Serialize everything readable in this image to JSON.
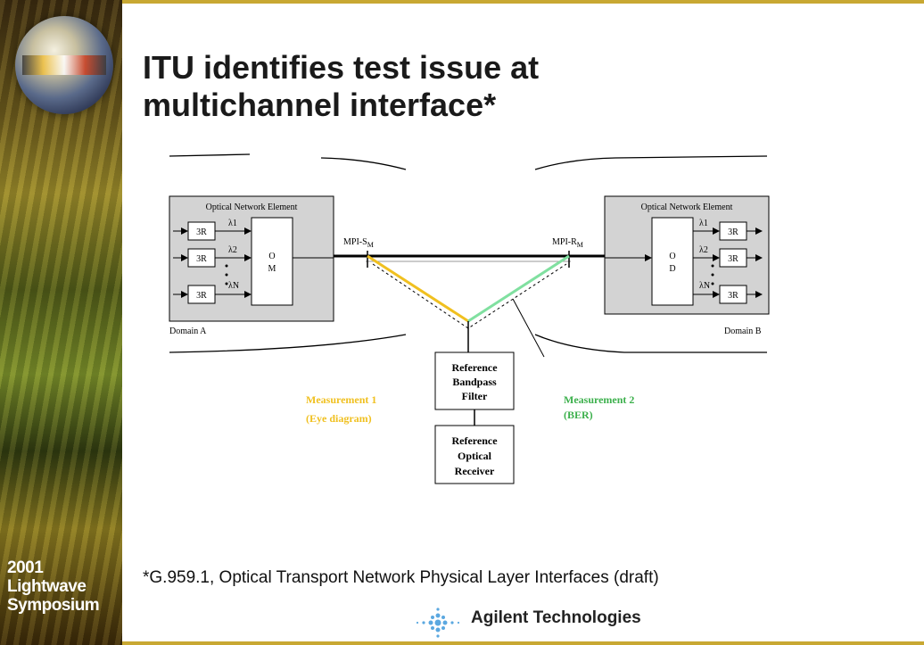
{
  "slide": {
    "title_line1": "ITU identifies test issue at",
    "title_line2": "multichannel interface*",
    "footnote": "*G.959.1, Optical Transport Network Physical Layer Interfaces (draft)",
    "event_line1": "2001",
    "event_line2": "Lightwave",
    "event_line3": "Symposium",
    "company": "Agilent Technologies",
    "accent_color": "#c8a832"
  },
  "diagram": {
    "left_ne": {
      "title": "Optical Network Element",
      "domain": "Domain A",
      "boxes": [
        "3R",
        "3R",
        "3R"
      ],
      "lambdas": [
        "λ1",
        "λ2",
        "λN"
      ],
      "mux_line1": "O",
      "mux_line2": "M"
    },
    "right_ne": {
      "title": "Optical Network Element",
      "domain": "Domain B",
      "boxes": [
        "3R",
        "3R",
        "3R"
      ],
      "lambdas": [
        "λ1",
        "λ2",
        "λN"
      ],
      "demux_line1": "O",
      "demux_line2": "D"
    },
    "mpi_s": "MPI-S",
    "mpi_r": "MPI-R",
    "mpi_sub": "M",
    "filter": [
      "Reference",
      "Bandpass",
      "Filter"
    ],
    "receiver": [
      "Reference",
      "Optical",
      "Receiver"
    ],
    "measurement1": {
      "line1": "Measurement 1",
      "line2": "(Eye diagram)",
      "color": "#f0c020"
    },
    "measurement2": {
      "line1": "Measurement 2",
      "line2": "(BER)",
      "color": "#4cc04c"
    }
  }
}
